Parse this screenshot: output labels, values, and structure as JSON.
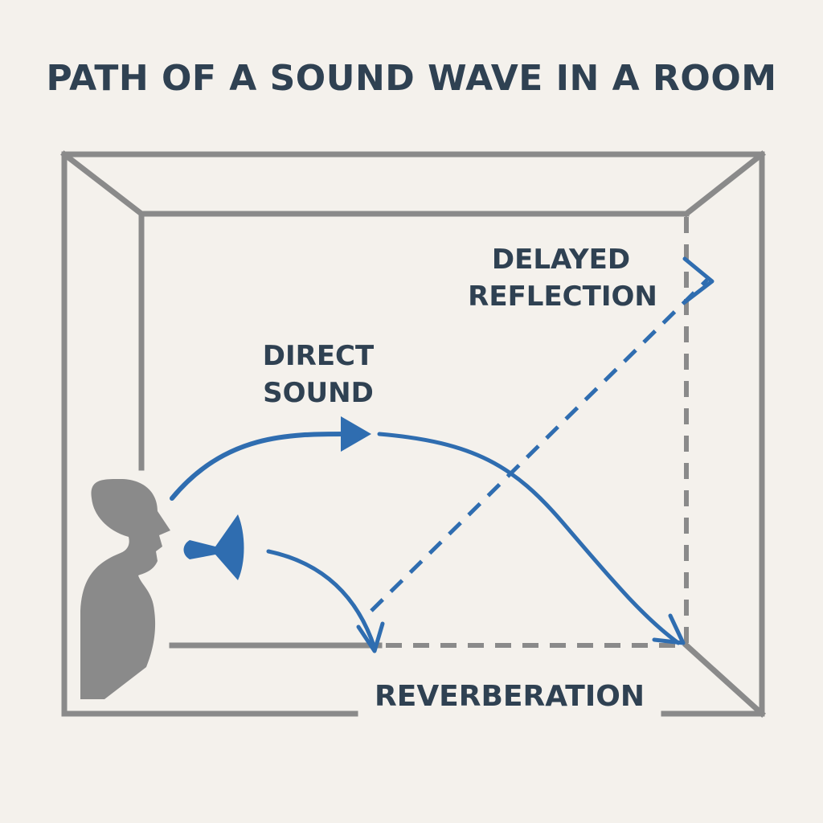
{
  "title": "PATH OF A SOUND WAVE IN A ROOM",
  "labels": {
    "direct_line1": "DIRECT",
    "direct_line2": "SOUND",
    "delayed_line1": "DELAYED",
    "delayed_line2": "REFLECTION",
    "reverb": "REVERBERATION"
  },
  "colors": {
    "background": "#f4f1ec",
    "wall": "#8a8a8a",
    "wave": "#2f6db0",
    "text": "#2f4152",
    "person": "#8a8a8a"
  },
  "icons": {
    "person": "person-silhouette-icon",
    "speaker": "speaker-cone-icon"
  }
}
